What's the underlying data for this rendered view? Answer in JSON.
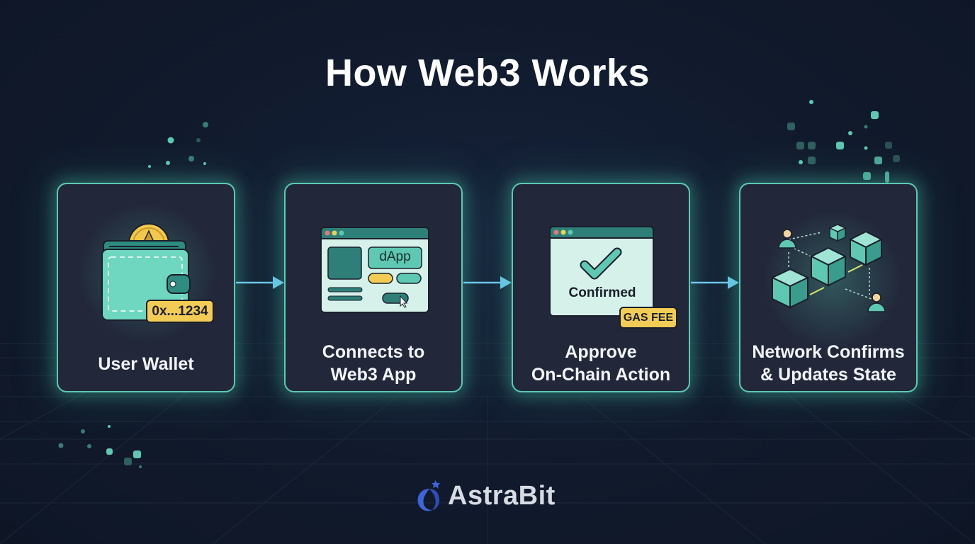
{
  "title": "How Web3 Works",
  "colors": {
    "background": "#111a2c",
    "card_bg": "#22283a",
    "accent_teal": "#5ec8b2",
    "arrow_blue": "#6ec6ee",
    "badge_yellow": "#f3cc55",
    "brand_blue": "#3f63d9"
  },
  "steps": [
    {
      "label_line1": "User Wallet",
      "label_line2": "",
      "icon": "wallet-icon",
      "badge": "0x...1234"
    },
    {
      "label_line1": "Connects to",
      "label_line2": "Web3 App",
      "icon": "dapp-browser-icon",
      "window_text": "dApp"
    },
    {
      "label_line1": "Approve",
      "label_line2": "On-Chain Action",
      "icon": "confirmed-window-icon",
      "window_text": "Confirmed",
      "badge": "GAS FEE"
    },
    {
      "label_line1": "Network Confirms",
      "label_line2": "& Updates State",
      "icon": "blockchain-network-icon"
    }
  ],
  "arrows": [
    "arrow-right",
    "arrow-right",
    "arrow-right"
  ],
  "brand": {
    "name": "AstraBit",
    "logo": "astrabit-logo-icon"
  }
}
